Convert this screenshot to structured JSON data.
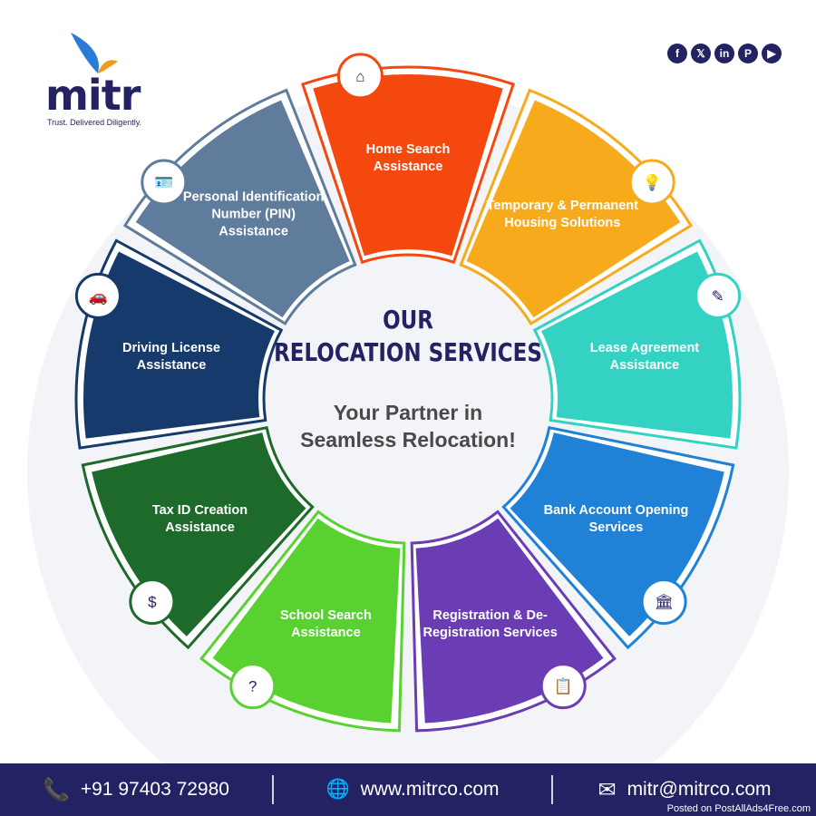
{
  "brand": {
    "name": "mitr",
    "tagline": "Trust. Delivered Diligently."
  },
  "social": [
    {
      "icon": "facebook-icon",
      "glyph": "f"
    },
    {
      "icon": "x-icon",
      "glyph": "𝕏"
    },
    {
      "icon": "linkedin-icon",
      "glyph": "in"
    },
    {
      "icon": "pinterest-icon",
      "glyph": "P"
    },
    {
      "icon": "youtube-icon",
      "glyph": "▶"
    }
  ],
  "center": {
    "title_line1": "OUR",
    "title_line2": "RELOCATION SERVICES",
    "subtitle_line1": "Your Partner in",
    "subtitle_line2": "Seamless Relocation!"
  },
  "services": [
    {
      "label": "Home Search Assistance",
      "color": "#f4480f",
      "icon": "house-search-icon",
      "glyph": "⌂"
    },
    {
      "label": "Temporary & Permanent Housing Solutions",
      "color": "#f7aa1c",
      "icon": "house-bulb-icon",
      "glyph": "💡"
    },
    {
      "label": "Lease Agreement Assistance",
      "color": "#33d2c2",
      "icon": "contract-icon",
      "glyph": "✎"
    },
    {
      "label": "Bank Account Opening Services",
      "color": "#1f82d6",
      "icon": "bank-icon",
      "glyph": "🏛"
    },
    {
      "label": "Registration & De-Registration Services",
      "color": "#6a3db4",
      "icon": "clipboard-icon",
      "glyph": "📋"
    },
    {
      "label": "School Search Assistance",
      "color": "#59d131",
      "icon": "book-search-icon",
      "glyph": "?"
    },
    {
      "label": "Tax ID Creation Assistance",
      "color": "#1d6a2b",
      "icon": "tax-person-icon",
      "glyph": "$"
    },
    {
      "label": "Driving License Assistance",
      "color": "#163a6b",
      "icon": "license-card-icon",
      "glyph": "🚗"
    },
    {
      "label": "Personal Identification Number (PIN) Assistance",
      "color": "#5f7c9c",
      "icon": "id-badge-icon",
      "glyph": "🪪"
    }
  ],
  "footer": {
    "phone": "+91 97403 72980",
    "website": "www.mitrco.com",
    "email": "mitr@mitrco.com",
    "watermark": "Posted on PostAllAds4Free.com"
  },
  "colors": {
    "navy": "#232363"
  }
}
